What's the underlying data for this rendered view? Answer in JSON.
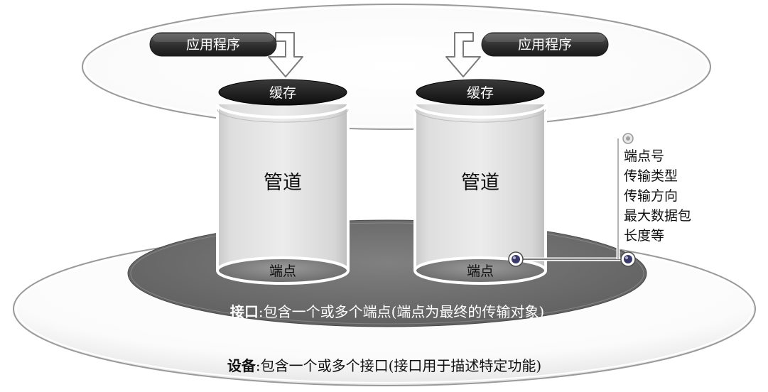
{
  "application_label": "应用程序",
  "cache_label": "缓存",
  "pipe_label": "管道",
  "endpoint_label": "端点",
  "interface": {
    "bold": "接口",
    "text": ":包含一个或多个端点(端点为最终的传输对象)"
  },
  "device": {
    "bold": "设备",
    "text": ":包含一个或多个接口(接口用于描述特定功能)"
  },
  "endpoint_attributes": [
    "端点号",
    "传输类型",
    "传输方向",
    "最大数据包",
    "长度等"
  ],
  "colors": {
    "pill_dark": "#3a3a3a",
    "interface_gray": "#707070",
    "outline": "#9a9a9a"
  }
}
